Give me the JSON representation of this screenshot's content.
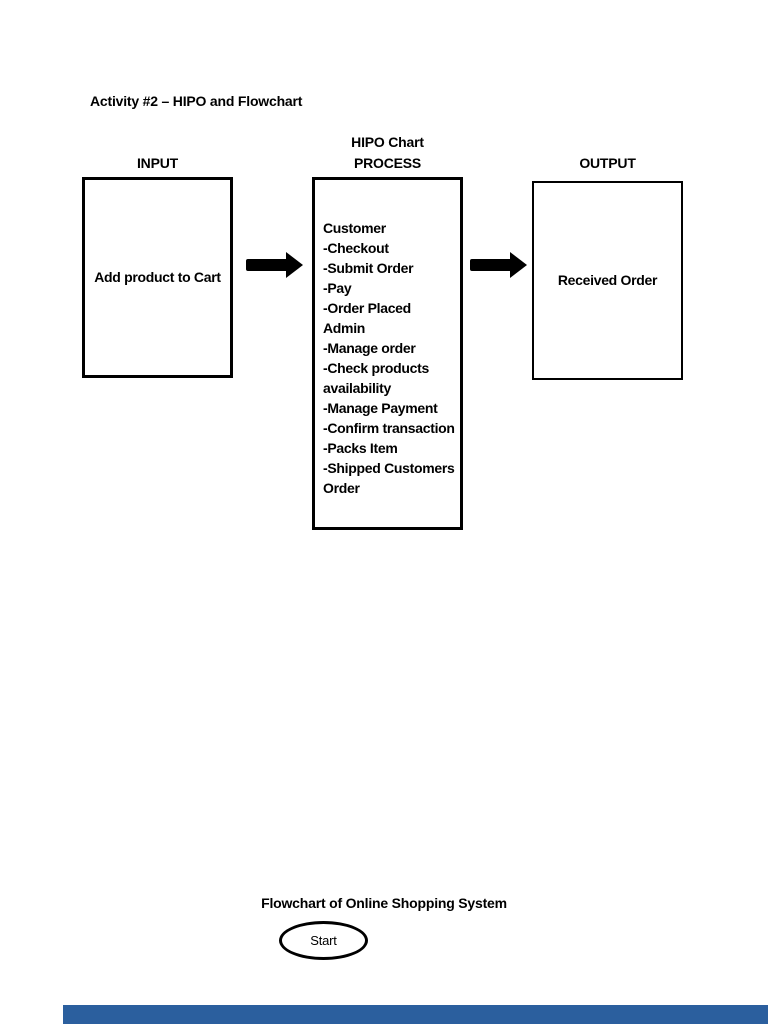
{
  "document": {
    "title": "Activity #2 – HIPO and Flowchart"
  },
  "hipo_chart": {
    "heading": "HIPO Chart",
    "input": {
      "label": "INPUT",
      "text": "Add product to Cart"
    },
    "process": {
      "label": "PROCESS",
      "lines": [
        "Customer",
        "-Checkout",
        "-Submit Order",
        "-Pay",
        "-Order Placed",
        "Admin",
        "-Manage order",
        "-Check products",
        "availability",
        "-Manage Payment",
        "-Confirm transaction",
        "-Packs Item",
        "-Shipped Customers",
        "Order"
      ]
    },
    "output": {
      "label": "OUTPUT",
      "text": "Received Order"
    }
  },
  "flowchart": {
    "heading": "Flowchart of Online Shopping System",
    "start_label": "Start"
  },
  "colors": {
    "ink": "#000000",
    "page_background": "#ffffff",
    "bottom_bar": "#2b5f9e"
  }
}
